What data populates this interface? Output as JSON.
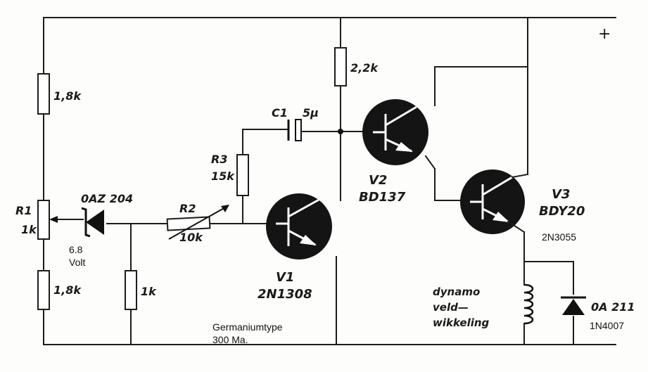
{
  "labels": {
    "plus": "+",
    "r_top": "1,8k",
    "r_bottom": "1,8k",
    "r1_name": "R1",
    "r1_value": "1k",
    "zener": "0AZ 204",
    "zener_voltage_1": "6.8",
    "zener_voltage_2": "Volt",
    "r2_name": "R2",
    "r2_value": "10k",
    "r3_name": "R3",
    "r3_value": "15k",
    "r_1k": "1k",
    "c1_name": "C1",
    "c1_value": "5µ",
    "r_collector": "2,2k",
    "v1_name": "V1",
    "v1_type": "2N1308",
    "v1_note_1": "Germaniumtype",
    "v1_note_2": "300 Ma.",
    "v2_name": "V2",
    "v2_type": "BD137",
    "v3_name": "V3",
    "v3_type": "BDY20",
    "v3_alt": "2N3055",
    "coil_1": "dynamo",
    "coil_2": "veld—",
    "coil_3": "wikkeling",
    "diode_name": "0A 211",
    "diode_alt": "1N4007"
  }
}
